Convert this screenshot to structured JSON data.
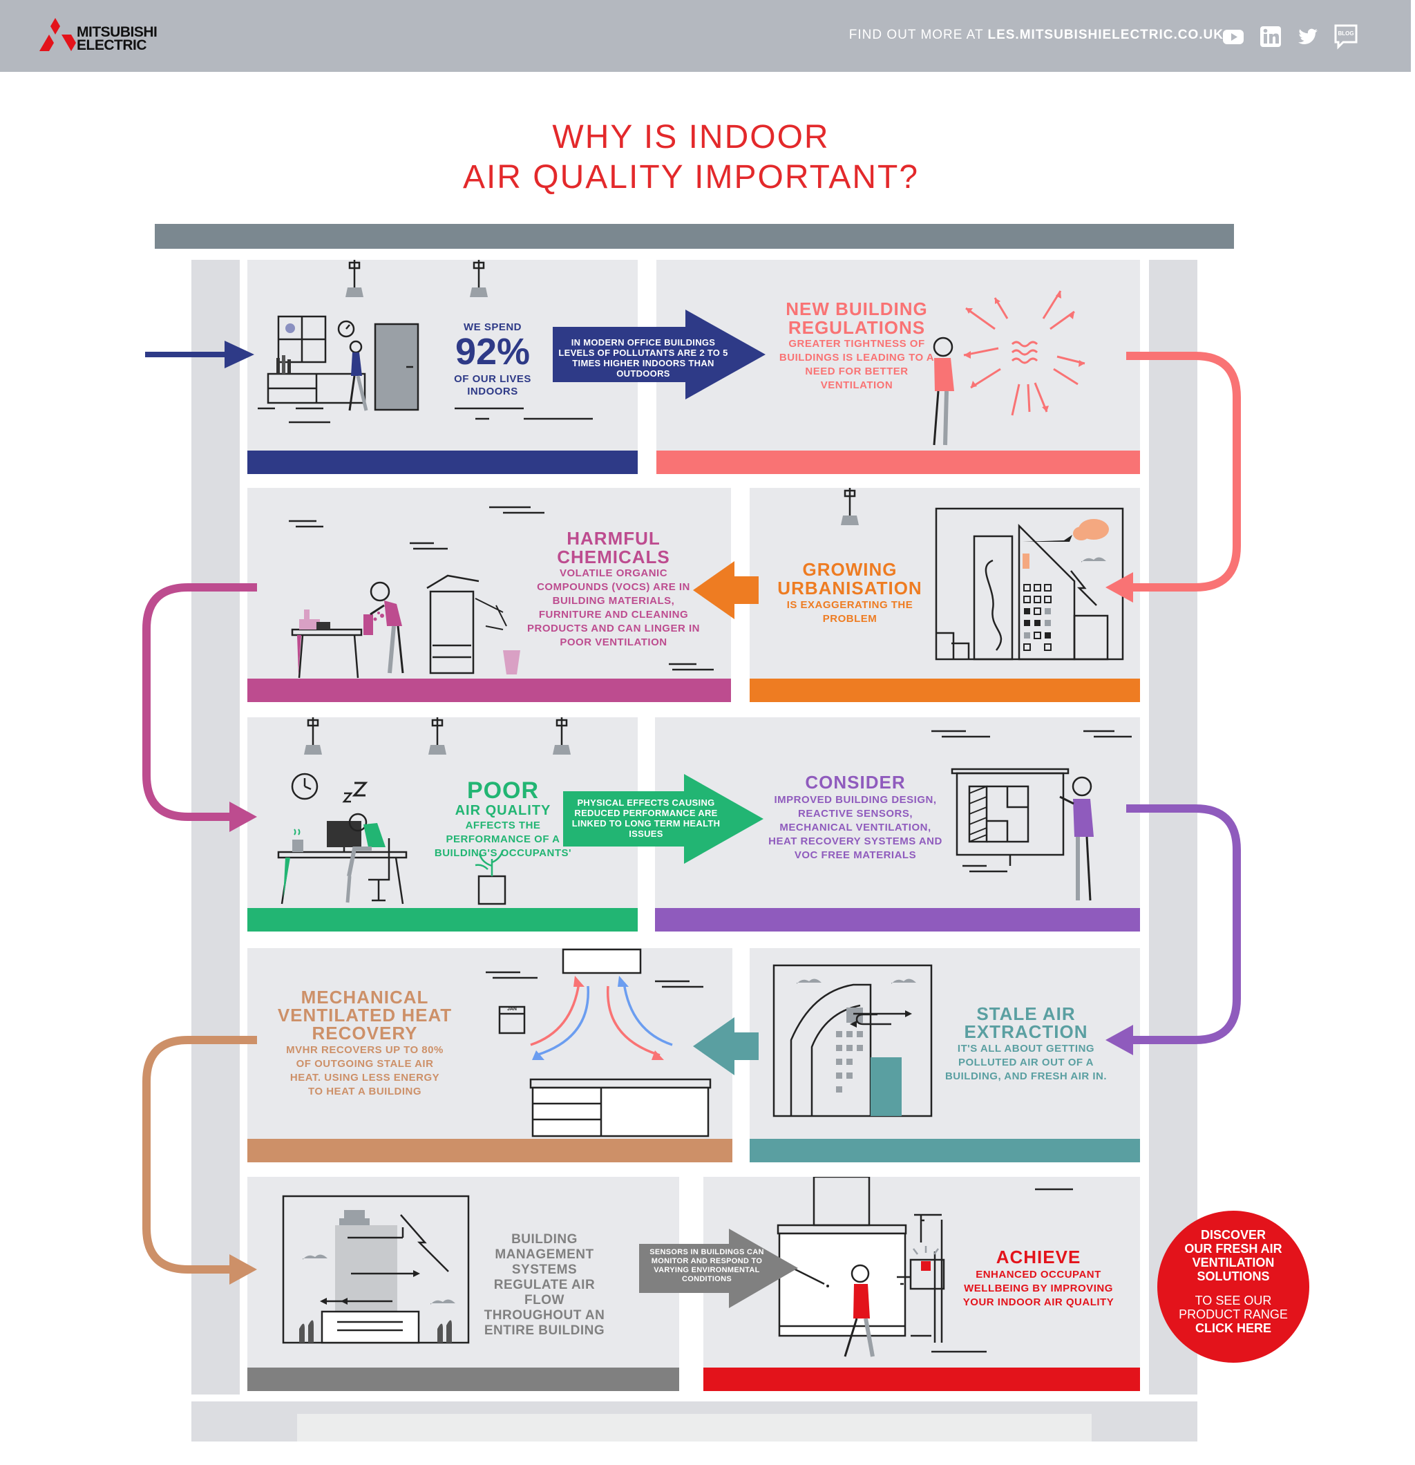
{
  "brand": {
    "name_line1": "MITSUBISHI",
    "name_line2": "ELECTRIC",
    "logo_color": "#e3131b"
  },
  "header": {
    "find_more_prefix": "FIND OUT MORE AT",
    "find_more_url": "LES.MITSUBISHIELECTRIC.CO.UK",
    "social": [
      "youtube-icon",
      "linkedin-icon",
      "twitter-icon",
      "blog-icon"
    ],
    "blog_label": "BLOG"
  },
  "title": {
    "line1": "WHY IS INDOOR",
    "line2": "AIR QUALITY IMPORTANT?"
  },
  "panels": {
    "p1": {
      "pre": "WE SPEND",
      "big": "92%",
      "post1": "OF OUR LIVES",
      "post2": "INDOORS",
      "color": "#2e3a87"
    },
    "arrow1": {
      "text": "IN MODERN OFFICE BUILDINGS LEVELS OF POLLUTANTS ARE 2 TO 5 TIMES HIGHER INDOORS THAN OUTDOORS"
    },
    "p2": {
      "title1": "NEW BUILDING",
      "title2": "REGULATIONS",
      "body": "GREATER TIGHTNESS OF BUILDINGS IS LEADING TO A NEED FOR BETTER VENTILATION",
      "color": "#f97374"
    },
    "p3": {
      "title1": "GROWING",
      "title2": "URBANISATION",
      "body": "IS EXAGGERATING THE PROBLEM",
      "color": "#ee7c22"
    },
    "p4": {
      "title1": "HARMFUL",
      "title2": "CHEMICALS",
      "body": "VOLATILE ORGANIC COMPOUNDS (VOCS) ARE IN BUILDING MATERIALS, FURNITURE AND CLEANING PRODUCTS AND CAN LINGER IN POOR VENTILATION",
      "color": "#bd4c8f"
    },
    "p5": {
      "title1": "POOR",
      "title2": "AIR QUALITY",
      "body": "AFFECTS THE PERFORMANCE OF A BUILDING'S OCCUPANTS'",
      "color": "#22b573"
    },
    "arrow2": {
      "text": "PHYSICAL EFFECTS CAUSING REDUCED PERFORMANCE ARE LINKED TO LONG TERM HEALTH ISSUES"
    },
    "p6": {
      "title1": "CONSIDER",
      "body": "IMPROVED BUILDING DESIGN, REACTIVE SENSORS, MECHANICAL VENTILATION, HEAT RECOVERY SYSTEMS AND VOC FREE MATERIALS",
      "color": "#8f5bbd"
    },
    "p7": {
      "title1": "STALE AIR",
      "title2": "EXTRACTION",
      "body": "IT'S ALL ABOUT GETTING POLLUTED AIR OUT OF A BUILDING, AND FRESH AIR IN.",
      "color": "#5a9fa1"
    },
    "p8": {
      "title1": "MECHANICAL",
      "title2": "VENTILATED HEAT",
      "title3": "RECOVERY",
      "body": "MVHR RECOVERS UP TO 80% OF OUTGOING STALE AIR HEAT. USING LESS ENERGY TO HEAT A BUILDING",
      "calendar": "JAN",
      "color": "#cd9068"
    },
    "p9": {
      "body": "BUILDING MANAGEMENT SYSTEMS REGULATE AIR FLOW THROUGHOUT AN ENTIRE BUILDING",
      "color": "#808080"
    },
    "arrow3": {
      "text": "SENSORS IN BUILDINGS CAN MONITOR AND RESPOND TO VARYING ENVIRONMENTAL CONDITIONS"
    },
    "p10": {
      "title1": "ACHIEVE",
      "body": "ENHANCED OCCUPANT WELLBEING BY IMPROVING YOUR INDOOR AIR QUALITY",
      "color": "#e3131b"
    }
  },
  "cta": {
    "line1": "DISCOVER",
    "line2": "OUR FRESH AIR",
    "line3": "VENTILATION",
    "line4": "SOLUTIONS",
    "line5": "TO SEE OUR",
    "line6": "PRODUCT RANGE",
    "line7": "CLICK HERE"
  }
}
